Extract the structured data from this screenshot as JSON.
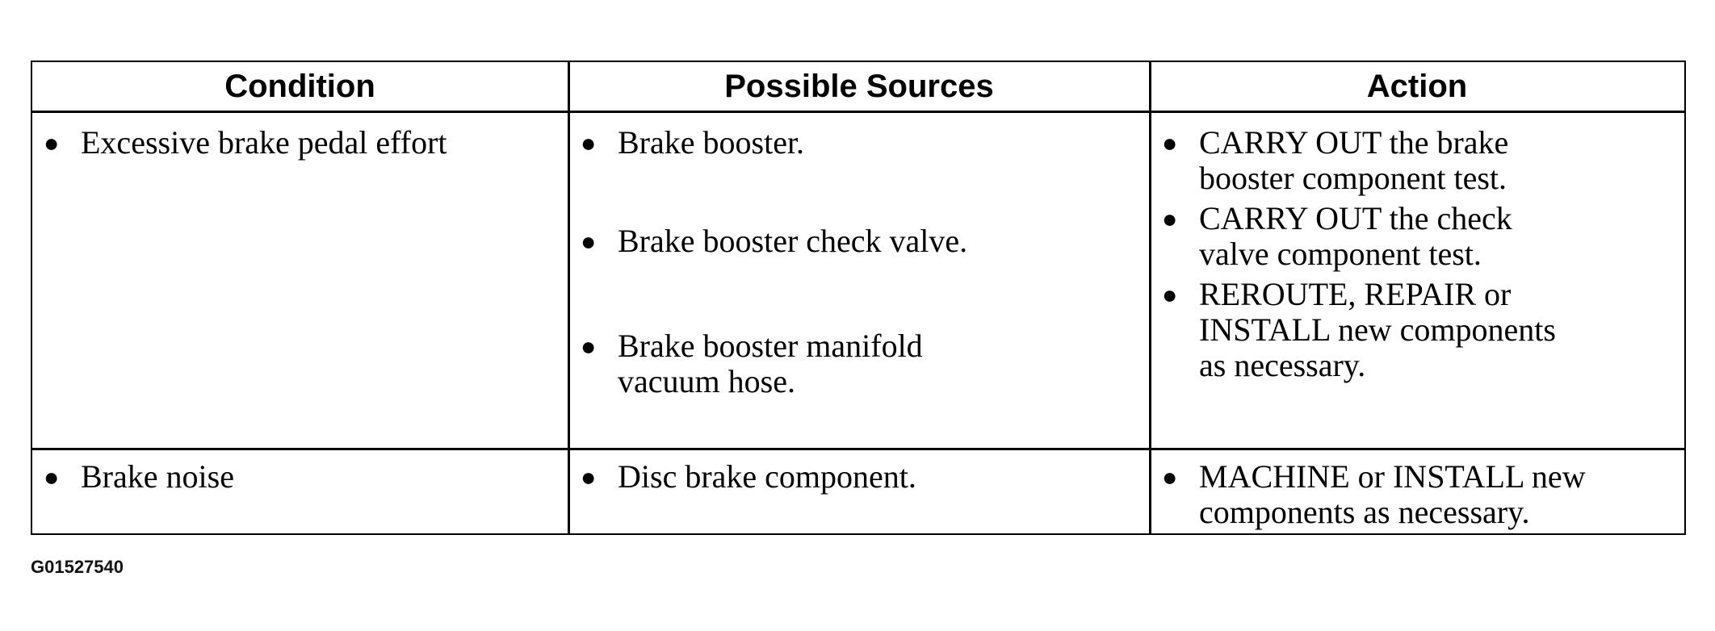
{
  "table": {
    "headers": [
      "Condition",
      "Possible Sources",
      "Action"
    ],
    "rows": [
      {
        "condition": [
          "Excessive brake pedal effort"
        ],
        "sources": [
          "Brake booster.",
          "Brake booster check valve.",
          "Brake booster manifold\nvacuum hose."
        ],
        "actions": [
          "CARRY OUT the brake\nbooster component test.",
          "CARRY OUT the check\nvalve component test.",
          "REROUTE, REPAIR or\nINSTALL new components\nas necessary."
        ]
      },
      {
        "condition": [
          "Brake noise"
        ],
        "sources": [
          "Disc brake component."
        ],
        "actions": [
          "MACHINE or INSTALL new\ncomponents as necessary."
        ]
      }
    ]
  },
  "figure_code": "G01527540"
}
